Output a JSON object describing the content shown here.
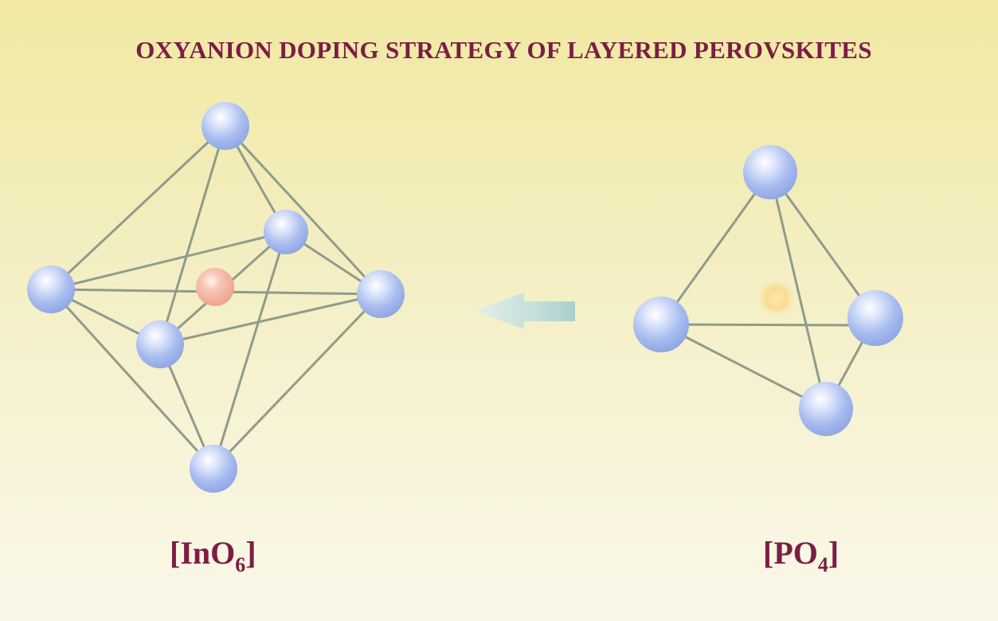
{
  "title": "OXYANION DOPING STRATEGY OF LAYERED PEROVSKITES",
  "structures": [
    {
      "id": "octahedron",
      "formula_prefix": "[InO",
      "formula_subscript": "6",
      "formula_suffix": "]",
      "central_atom_color": "#f2a58f",
      "vertex_atom_color": "#a9bdf0"
    },
    {
      "id": "tetrahedron",
      "formula_prefix": "[PO",
      "formula_subscript": "4",
      "formula_suffix": "]",
      "central_atom_color": "#fbd17a",
      "vertex_atom_color": "#a9bdf0"
    }
  ],
  "arrow": {
    "direction": "left",
    "color": "#a9d0cf"
  },
  "colors": {
    "title": "#7b1d45",
    "bond": "#8f9c8c"
  }
}
